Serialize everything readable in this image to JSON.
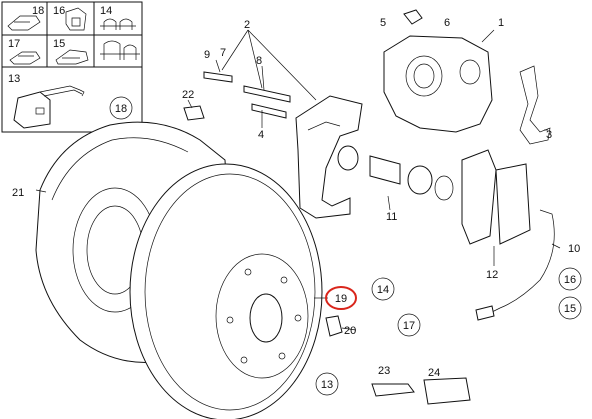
{
  "labels": {
    "l1": "1",
    "l2": "2",
    "l3": "3",
    "l4": "4",
    "l5": "5",
    "l6": "6",
    "l7": "7",
    "l8": "8",
    "l9": "9",
    "l10": "10",
    "l11": "11",
    "l12": "12",
    "l13_box": "13",
    "l14_box": "14",
    "l15_box": "15",
    "l16_box": "16",
    "l17_box": "17",
    "l18_box": "18",
    "l13": "13",
    "l14": "14",
    "l15": "15",
    "l16": "16",
    "l17": "17",
    "l18": "18",
    "l19": "19",
    "l20": "20",
    "l21": "21",
    "l22": "22",
    "l23": "23",
    "l24": "24"
  },
  "highlight_color": "#d9261c"
}
